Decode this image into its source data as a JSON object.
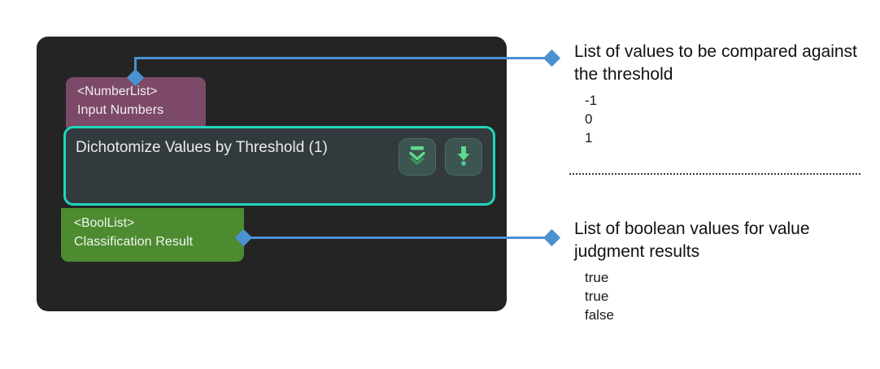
{
  "node": {
    "title": "Dichotomize Values by Threshold (1)",
    "input_port": {
      "type": "<NumberList>",
      "label": "Input Numbers",
      "color": "#7c4a68"
    },
    "output_port": {
      "type": "<BoolList>",
      "label": "Classification Result",
      "color": "#4c8b2f"
    },
    "buttons": [
      {
        "icon": "collapse-double-chevron-down-icon"
      },
      {
        "icon": "arrow-down-exclamation-icon"
      }
    ],
    "border_color": "#1ed6bc",
    "body_color": "#333a3e",
    "panel_color": "#242424"
  },
  "connectors": {
    "color": "#4b91d0"
  },
  "annotations": [
    {
      "heading": "List of values to be compared against the threshold",
      "values": [
        "-1",
        "0",
        "1"
      ]
    },
    {
      "heading": "List of boolean values for value judgment results",
      "values": [
        "true",
        "true",
        "false"
      ]
    }
  ]
}
